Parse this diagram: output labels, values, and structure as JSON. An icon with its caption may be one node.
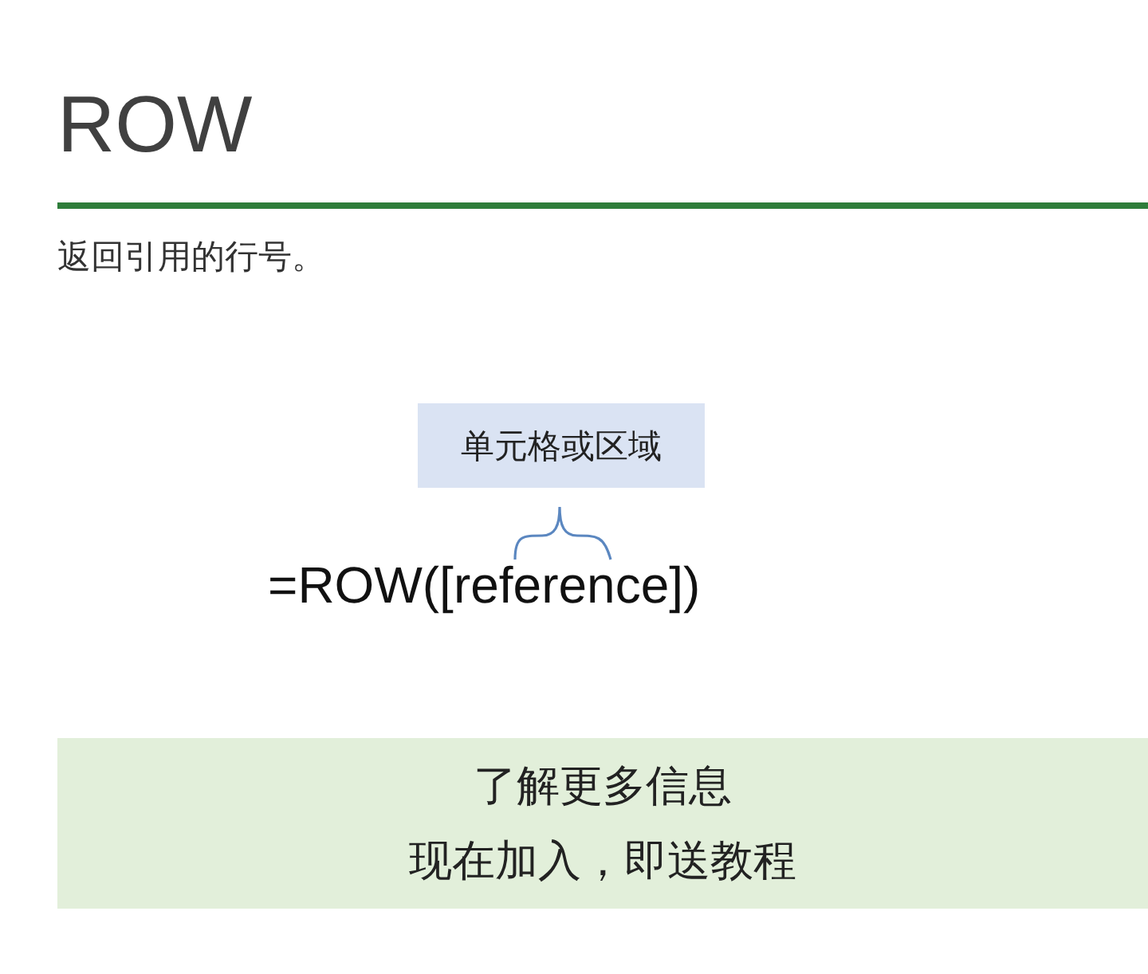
{
  "diagram": {
    "title": "ROW",
    "nodes": [
      {
        "text": [
          "单元格或区域"
        ]
      },
      {
        "text": [
          "了解更多信息",
          "现在加入，即送教程"
        ]
      }
    ],
    "labels": [
      "返回引用的行号。",
      "=ROW([reference])"
    ]
  }
}
